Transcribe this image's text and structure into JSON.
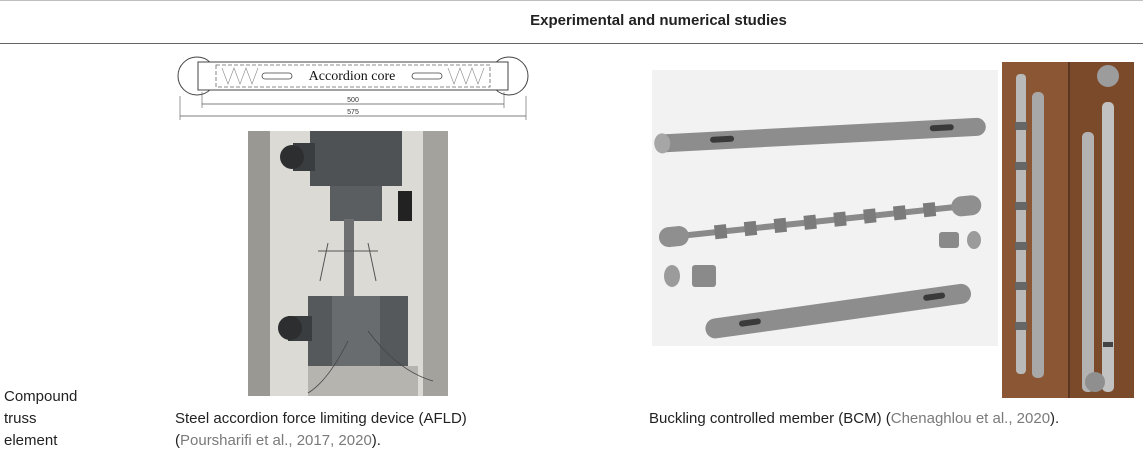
{
  "header": {
    "title": "Experimental and numerical studies"
  },
  "row": {
    "label_lines": [
      "Compound",
      "truss",
      "element"
    ]
  },
  "left_figure": {
    "core_label": "Accordion core",
    "dim_inner": "500",
    "dim_outer": "575",
    "caption_main": "Steel accordion force limiting device (AFLD)",
    "caption_open": "(",
    "caption_cite": "Poursharifi et al., 2017, 2020",
    "caption_close": ")."
  },
  "right_figure": {
    "caption_main": "Buckling controlled member (BCM) ",
    "caption_open": "(",
    "caption_cite": "Chenaghlou et al., 2020",
    "caption_close": ")."
  }
}
